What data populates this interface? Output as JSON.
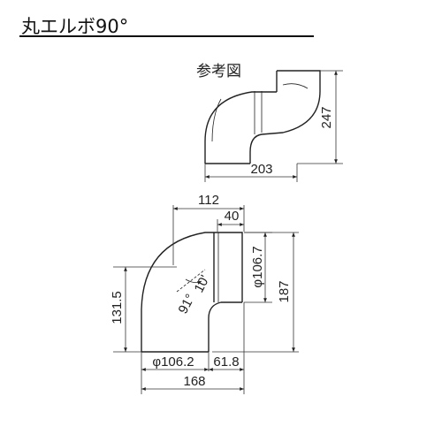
{
  "title": "丸エルボ90°",
  "reference_label": "参考図",
  "reference_dims": {
    "height": "247",
    "width": "203"
  },
  "main_dims": {
    "top_width": "112",
    "socket_length": "40",
    "socket_diameter": "φ106.7",
    "total_height": "187",
    "left_height": "131.5",
    "bottom_diameter": "φ106.2",
    "bottom_offset": "61.8",
    "total_width": "168",
    "angle_deg": "91°",
    "angle_min": "10'"
  }
}
